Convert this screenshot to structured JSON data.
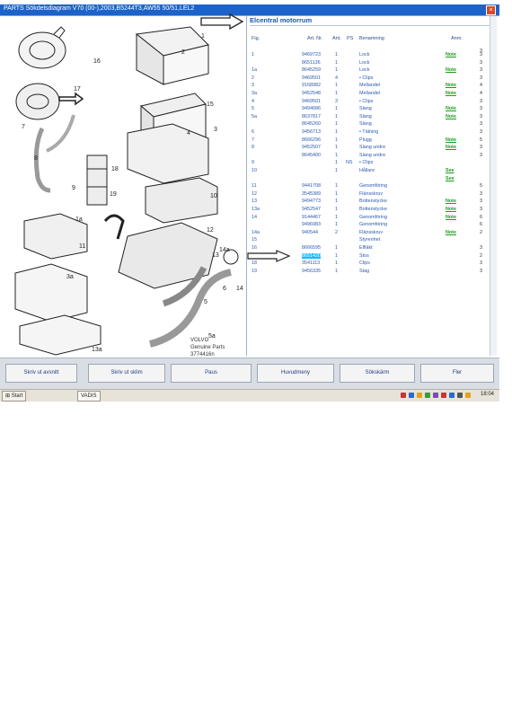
{
  "window": {
    "title": "PARTS Sökdelsdiagram V70 (00-),2003,B5244T3,AW55 50/51,LEL2"
  },
  "diagram": {
    "callouts": [
      "1",
      "2",
      "3",
      "4",
      "5",
      "5a",
      "6",
      "7",
      "8",
      "9",
      "10",
      "11",
      "12",
      "13",
      "13a",
      "14",
      "14a",
      "15",
      "16",
      "17",
      "18",
      "19",
      "1a",
      "3a"
    ],
    "brand": "VOLVO",
    "brand_sub": "Genuine Parts",
    "ref": "3774416n"
  },
  "parts_panel": {
    "section_title": "Elcentral motorrum",
    "columns": {
      "fig": "Fig.",
      "art": "Art. Nr.",
      "ant": "Ant.",
      "ps": "PS",
      "ben": "Benamning",
      "anm": "Anm."
    },
    "rows": [
      {
        "fig": "1",
        "art": "9469723",
        "ant": "1",
        "ps": "",
        "ben": "Lock",
        "anm": "Note",
        "r": "3"
      },
      {
        "fig": "",
        "art": "8651136",
        "ant": "1",
        "ps": "",
        "ben": "Lock",
        "anm": "",
        "r": "3"
      },
      {
        "fig": "1a",
        "art": "8645259",
        "ant": "1",
        "ps": "",
        "ben": "Lock",
        "anm": "Note",
        "r": "3"
      },
      {
        "fig": "2",
        "art": "9469501",
        "ant": "4",
        "ps": "",
        "ben": "• Clips",
        "anm": "",
        "r": "3"
      },
      {
        "fig": "3",
        "art": "9168982",
        "ant": "1",
        "ps": "",
        "ben": "Mellandel",
        "anm": "Note",
        "r": "4"
      },
      {
        "fig": "3a",
        "art": "9452548",
        "ant": "1",
        "ps": "",
        "ben": "Mellandel",
        "anm": "Note",
        "r": "4"
      },
      {
        "fig": "4",
        "art": "9469501",
        "ant": "3",
        "ps": "",
        "ben": "• Clips",
        "anm": "",
        "r": "3"
      },
      {
        "fig": "5",
        "art": "9494686",
        "ant": "1",
        "ps": "",
        "ben": "Slang",
        "anm": "Note",
        "r": "3"
      },
      {
        "fig": "5a",
        "art": "8637817",
        "ant": "1",
        "ps": "",
        "ben": "Slang",
        "anm": "Note",
        "r": "3"
      },
      {
        "fig": "",
        "art": "8645260",
        "ant": "1",
        "ps": "",
        "ben": "Slang",
        "anm": "",
        "r": "3"
      },
      {
        "fig": "6",
        "art": "9456713",
        "ant": "1",
        "ps": "",
        "ben": "• Tätning",
        "anm": "",
        "r": "3"
      },
      {
        "fig": "7",
        "art": "8666296",
        "ant": "1",
        "ps": "",
        "ben": "Plugg",
        "anm": "Note",
        "r": "5"
      },
      {
        "fig": "8",
        "art": "9452507",
        "ant": "1",
        "ps": "",
        "ben": "Slang undre",
        "anm": "Note",
        "r": "3"
      },
      {
        "fig": "",
        "art": "8645400",
        "ant": "1",
        "ps": "",
        "ben": "Slang undre",
        "anm": "",
        "r": "3"
      },
      {
        "fig": "9",
        "art": "",
        "ant": "1",
        "ps": "NS",
        "ben": "• Clips",
        "anm": "",
        "r": ""
      },
      {
        "fig": "10",
        "art": "",
        "ant": "1",
        "ps": "",
        "ben": "Hållare",
        "anm": "See",
        "r": ""
      },
      {
        "fig": "",
        "art": "",
        "ant": "",
        "ps": "",
        "ben": "",
        "anm": "See",
        "r": ""
      },
      {
        "fig": "11",
        "art": "9441708",
        "ant": "1",
        "ps": "",
        "ben": "Genomföring",
        "anm": "",
        "r": "5"
      },
      {
        "fig": "12",
        "art": "3545389",
        "ant": "1",
        "ps": "",
        "ben": "Flänsskruv",
        "anm": "",
        "r": "3"
      },
      {
        "fig": "13",
        "art": "9494773",
        "ant": "1",
        "ps": "",
        "ben": "Bottenstycke",
        "anm": "Note",
        "r": "3"
      },
      {
        "fig": "13a",
        "art": "9452547",
        "ant": "1",
        "ps": "",
        "ben": "Bottenstycke",
        "anm": "Note",
        "r": "3"
      },
      {
        "fig": "14",
        "art": "9144467",
        "ant": "1",
        "ps": "",
        "ben": "Genomföring",
        "anm": "Note",
        "r": "6"
      },
      {
        "fig": "",
        "art": "9496983",
        "ant": "1",
        "ps": "",
        "ben": "Genomföring",
        "anm": "",
        "r": "6"
      },
      {
        "fig": "14a",
        "art": "940544",
        "ant": "2",
        "ps": "",
        "ben": "Flänsskruv",
        "anm": "Note",
        "r": "2"
      },
      {
        "fig": "15",
        "art": "",
        "ant": "",
        "ps": "",
        "ben": "Styrenhet",
        "anm": "",
        "r": ""
      },
      {
        "fig": "16",
        "art": "8666595",
        "ant": "1",
        "ps": "",
        "ben": "Elfläkt",
        "anm": "",
        "r": "3"
      },
      {
        "fig": "17",
        "art": "8651420",
        "ant": "1",
        "ps": "",
        "ben": "Stos",
        "anm": "",
        "r": "2",
        "hl": true
      },
      {
        "fig": "18",
        "art": "3541113",
        "ant": "1",
        "ps": "",
        "ben": "Clips",
        "anm": "",
        "r": "3"
      },
      {
        "fig": "19",
        "art": "9456335",
        "ant": "1",
        "ps": "",
        "ben": "Stag",
        "anm": "",
        "r": "3"
      }
    ],
    "extra_right": "3"
  },
  "buttons": [
    {
      "label": "Skriv ut avsnitt"
    },
    {
      "label": "Skriv ut sklim"
    },
    {
      "label": "Paus"
    },
    {
      "label": "Huvudmeny"
    },
    {
      "label": "Sökskärm"
    },
    {
      "label": "Fler"
    }
  ],
  "taskbar": {
    "start": "Start",
    "task": "VADIS",
    "clock": "18:04"
  },
  "colors": {
    "titlebar": "#1c63c9",
    "link_green": "#1d9b1d",
    "text_blue": "#2a5bb0",
    "highlight": "#1ab9ff"
  }
}
